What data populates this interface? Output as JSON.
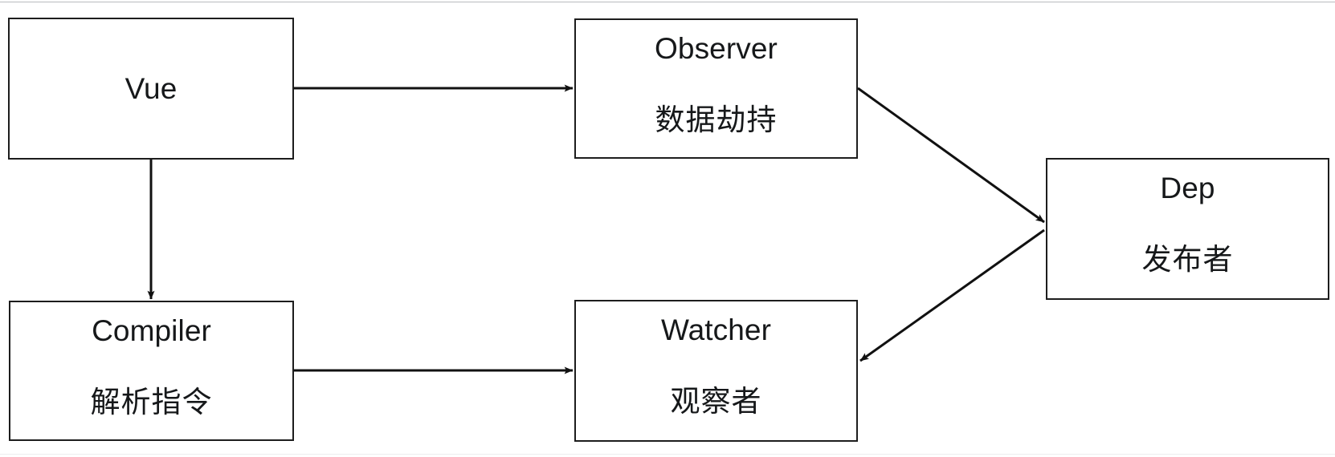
{
  "diagram": {
    "type": "flow-diagram",
    "background_color": "#ffffff",
    "stroke_color": "#1d1d1d",
    "text_color": "#16181a",
    "nodes": [
      {
        "id": "vue",
        "title": "Vue",
        "subtitle": ""
      },
      {
        "id": "observer",
        "title": "Observer",
        "subtitle": "数据劫持"
      },
      {
        "id": "dep",
        "title": "Dep",
        "subtitle": "发布者"
      },
      {
        "id": "compiler",
        "title": "Compiler",
        "subtitle": "解析指令"
      },
      {
        "id": "watcher",
        "title": "Watcher",
        "subtitle": "观察者"
      }
    ],
    "edges": [
      {
        "id": "vue-to-observer",
        "from": "vue",
        "to": "observer",
        "style": "arrow-right"
      },
      {
        "id": "vue-to-compiler",
        "from": "vue",
        "to": "compiler",
        "style": "arrow-down"
      },
      {
        "id": "observer-to-dep",
        "from": "observer",
        "to": "dep",
        "style": "arrow-diagonal-down-right"
      },
      {
        "id": "compiler-to-watcher",
        "from": "compiler",
        "to": "watcher",
        "style": "arrow-right"
      },
      {
        "id": "dep-to-watcher",
        "from": "dep",
        "to": "watcher",
        "style": "arrow-diagonal-down-left"
      }
    ]
  }
}
